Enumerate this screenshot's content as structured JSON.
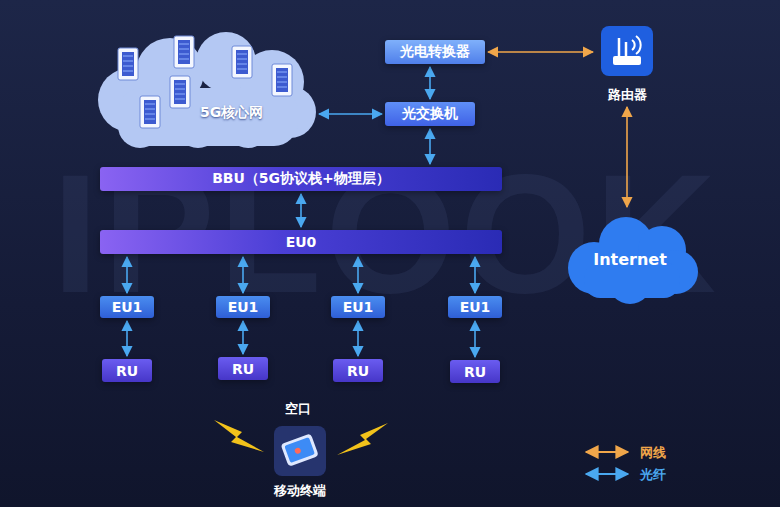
{
  "diagram": {
    "nodes": [
      {
        "text": [
          "光电转换器"
        ]
      },
      {
        "text": [
          "路由器"
        ]
      },
      {
        "text": [
          "5G核心网"
        ]
      },
      {
        "text": [
          "光交换机"
        ]
      },
      {
        "text": [
          "BBU（5G协议栈+物理层）"
        ]
      },
      {
        "text": [
          "Internet"
        ]
      },
      {
        "text": [
          "EU0"
        ]
      },
      {
        "text": [
          "EU1"
        ]
      },
      {
        "text": [
          "EU1"
        ]
      },
      {
        "text": [
          "EU1"
        ]
      },
      {
        "text": [
          "EU1"
        ]
      },
      {
        "text": [
          "RU"
        ]
      },
      {
        "text": [
          "RU"
        ]
      },
      {
        "text": [
          "RU"
        ]
      },
      {
        "text": [
          "RU"
        ]
      },
      {
        "text": [
          "移动终端"
        ]
      }
    ],
    "edges": [
      {
        "from": 0,
        "to": 1,
        "arrow": "both"
      },
      {
        "from": 0,
        "to": 3,
        "arrow": "both"
      },
      {
        "from": 2,
        "to": 3,
        "arrow": "both"
      },
      {
        "from": 3,
        "to": 4,
        "arrow": "both"
      },
      {
        "from": 1,
        "to": 5,
        "arrow": "both"
      },
      {
        "from": 4,
        "to": 6,
        "arrow": "both"
      },
      {
        "from": 6,
        "to": 7,
        "arrow": "both"
      },
      {
        "from": 6,
        "to": 8,
        "arrow": "both"
      },
      {
        "from": 6,
        "to": 9,
        "arrow": "both"
      },
      {
        "from": 6,
        "to": 10,
        "arrow": "both"
      },
      {
        "from": 7,
        "to": 11,
        "arrow": "both"
      },
      {
        "from": 8,
        "to": 12,
        "arrow": "both"
      },
      {
        "from": 9,
        "to": 13,
        "arrow": "both"
      },
      {
        "from": 10,
        "to": 14,
        "arrow": "both"
      }
    ],
    "labels": [
      "空口",
      "IPLOOK"
    ],
    "legend": [
      {
        "text": "网线"
      },
      {
        "text": "光纤"
      }
    ]
  }
}
